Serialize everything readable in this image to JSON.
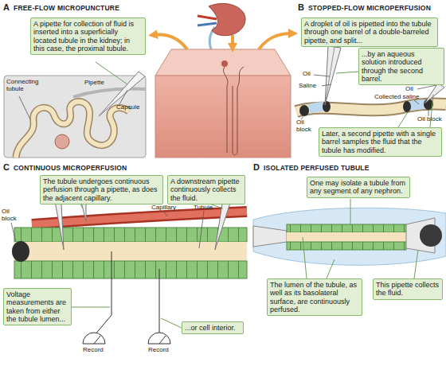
{
  "diagram": {
    "nodes": [
      {
        "text": [
          "A pipette for collection of fluid is inserted into a superficially located tubule in the kidney; in this case, the proximal tubule."
        ]
      },
      {
        "text": [
          "A droplet of oil is pipetted into the tubule through one barrel of a double-barreled pipette, and split..."
        ]
      },
      {
        "text": [
          "...by an aqueous solution introduced through the second barrel."
        ]
      },
      {
        "text": [
          "Later, a second pipette with a single barrel samples the fluid that the tubule has modified."
        ]
      },
      {
        "text": [
          "The tubule undergoes continuous perfusion through a pipette, as does the adjacent capillary."
        ]
      },
      {
        "text": [
          "A downstream pipette continuously collects the fluid."
        ]
      },
      {
        "text": [
          "Voltage measurements are taken from either the tubule lumen..."
        ]
      },
      {
        "text": [
          "...or cell interior."
        ]
      },
      {
        "text": [
          "One may isolate a tubule from any segment of any nephron."
        ]
      },
      {
        "text": [
          "The lumen of the tubule, as well as its basolateral surface, are continuously perfused."
        ]
      },
      {
        "text": [
          "This pipette collects the fluid."
        ]
      }
    ],
    "labels": [
      "A",
      "FREE-FLOW MICROPUNCTURE",
      "B",
      "STOPPED-FLOW MICROPERFUSION",
      "C",
      "CONTINUOUS MICROPERFUSION",
      "D",
      "ISOLATED PERFUSED TUBULE",
      "Connecting tubule",
      "Pipette",
      "Capsule",
      "Oil",
      "Saline",
      "Oil block",
      "Oil",
      "Collected saline",
      "Oil block",
      "Oil block",
      "Capillary",
      "Tubule",
      "Record",
      "Record"
    ]
  }
}
